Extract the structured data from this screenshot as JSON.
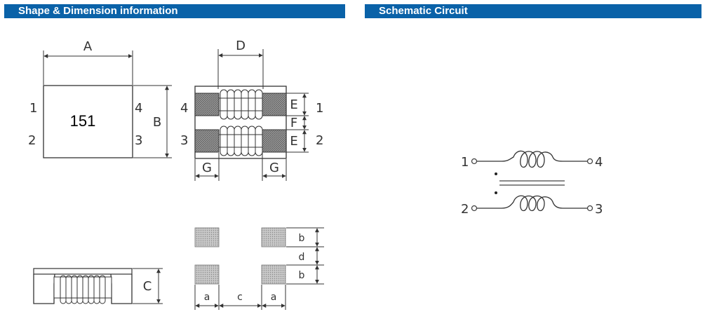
{
  "headers": {
    "shape_dimension": "Shape & Dimension information",
    "schematic": "Schematic Circuit"
  },
  "top_view": {
    "dim_width": "A",
    "dim_height": "B",
    "marking": "151",
    "pins": {
      "p1": "1",
      "p2": "2",
      "p3": "3",
      "p4": "4"
    }
  },
  "side_view": {
    "dim_width": "D",
    "dim_E_top": "E",
    "dim_F": "F",
    "dim_E_bottom": "E",
    "dim_G_left": "G",
    "dim_G_right": "G",
    "pins": {
      "p4": "4",
      "p3": "3",
      "p1": "1",
      "p2": "2"
    }
  },
  "front_view": {
    "dim_height": "C"
  },
  "land_pattern": {
    "a_left": "a",
    "c": "c",
    "a_right": "a",
    "b_top": "b",
    "d": "d",
    "b_bottom": "b"
  },
  "schematic": {
    "pin1": "1",
    "pin2": "2",
    "pin3": "3",
    "pin4": "4"
  }
}
